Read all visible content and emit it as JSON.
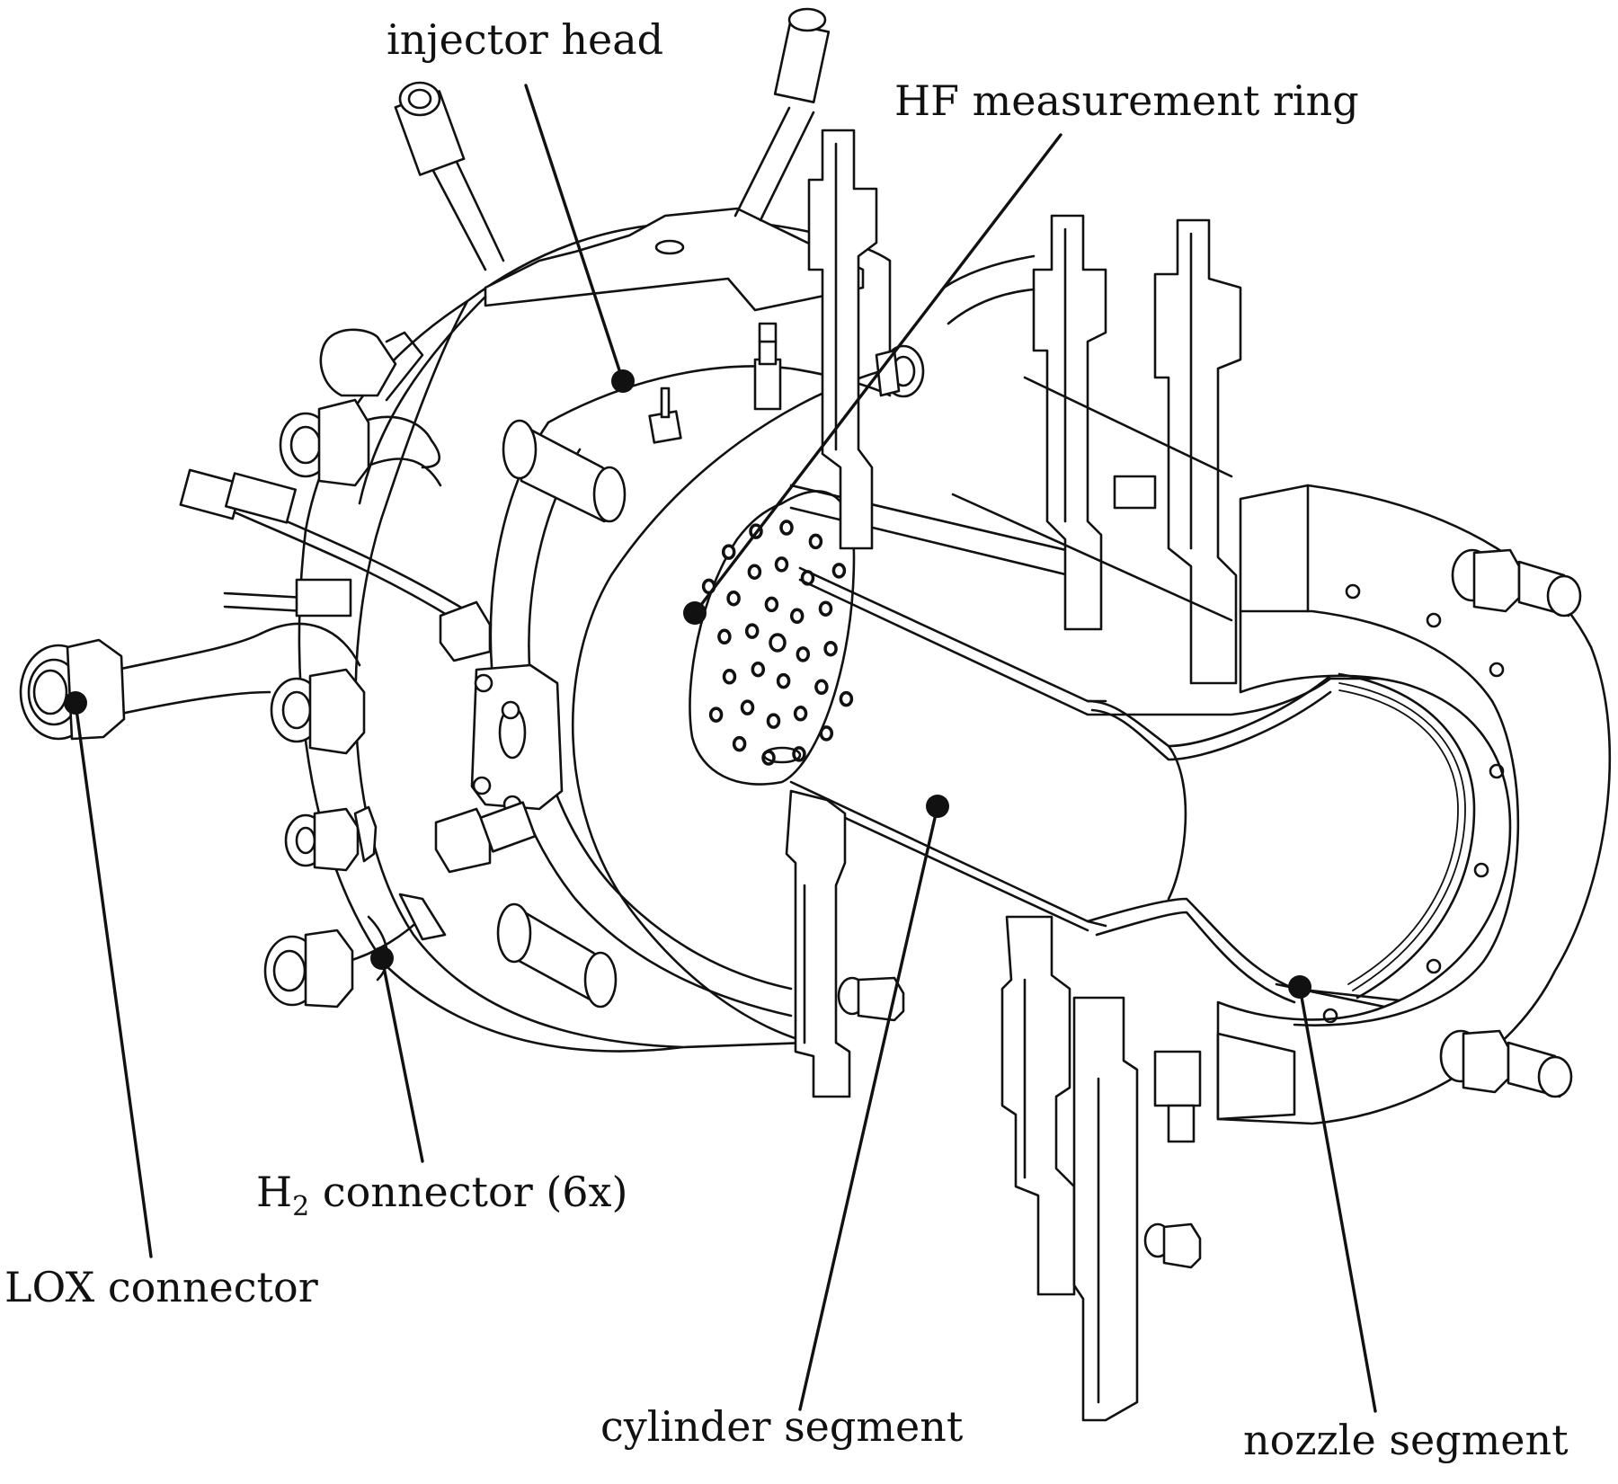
{
  "figure": {
    "type": "technical line drawing",
    "subject": "rocket combustion chamber assembly (cut-away view)",
    "labels": {
      "injector_head": "injector head",
      "hf_ring": "HF measurement ring",
      "h2_connector_main": "H",
      "h2_connector_subscript": "2",
      "h2_connector_rest": " connector (6x)",
      "lox_connector": "LOX connector",
      "cylinder_segment": "cylinder segment",
      "nozzle_segment": "nozzle segment"
    },
    "colors": {
      "line": "#111111",
      "background": "#ffffff"
    }
  }
}
